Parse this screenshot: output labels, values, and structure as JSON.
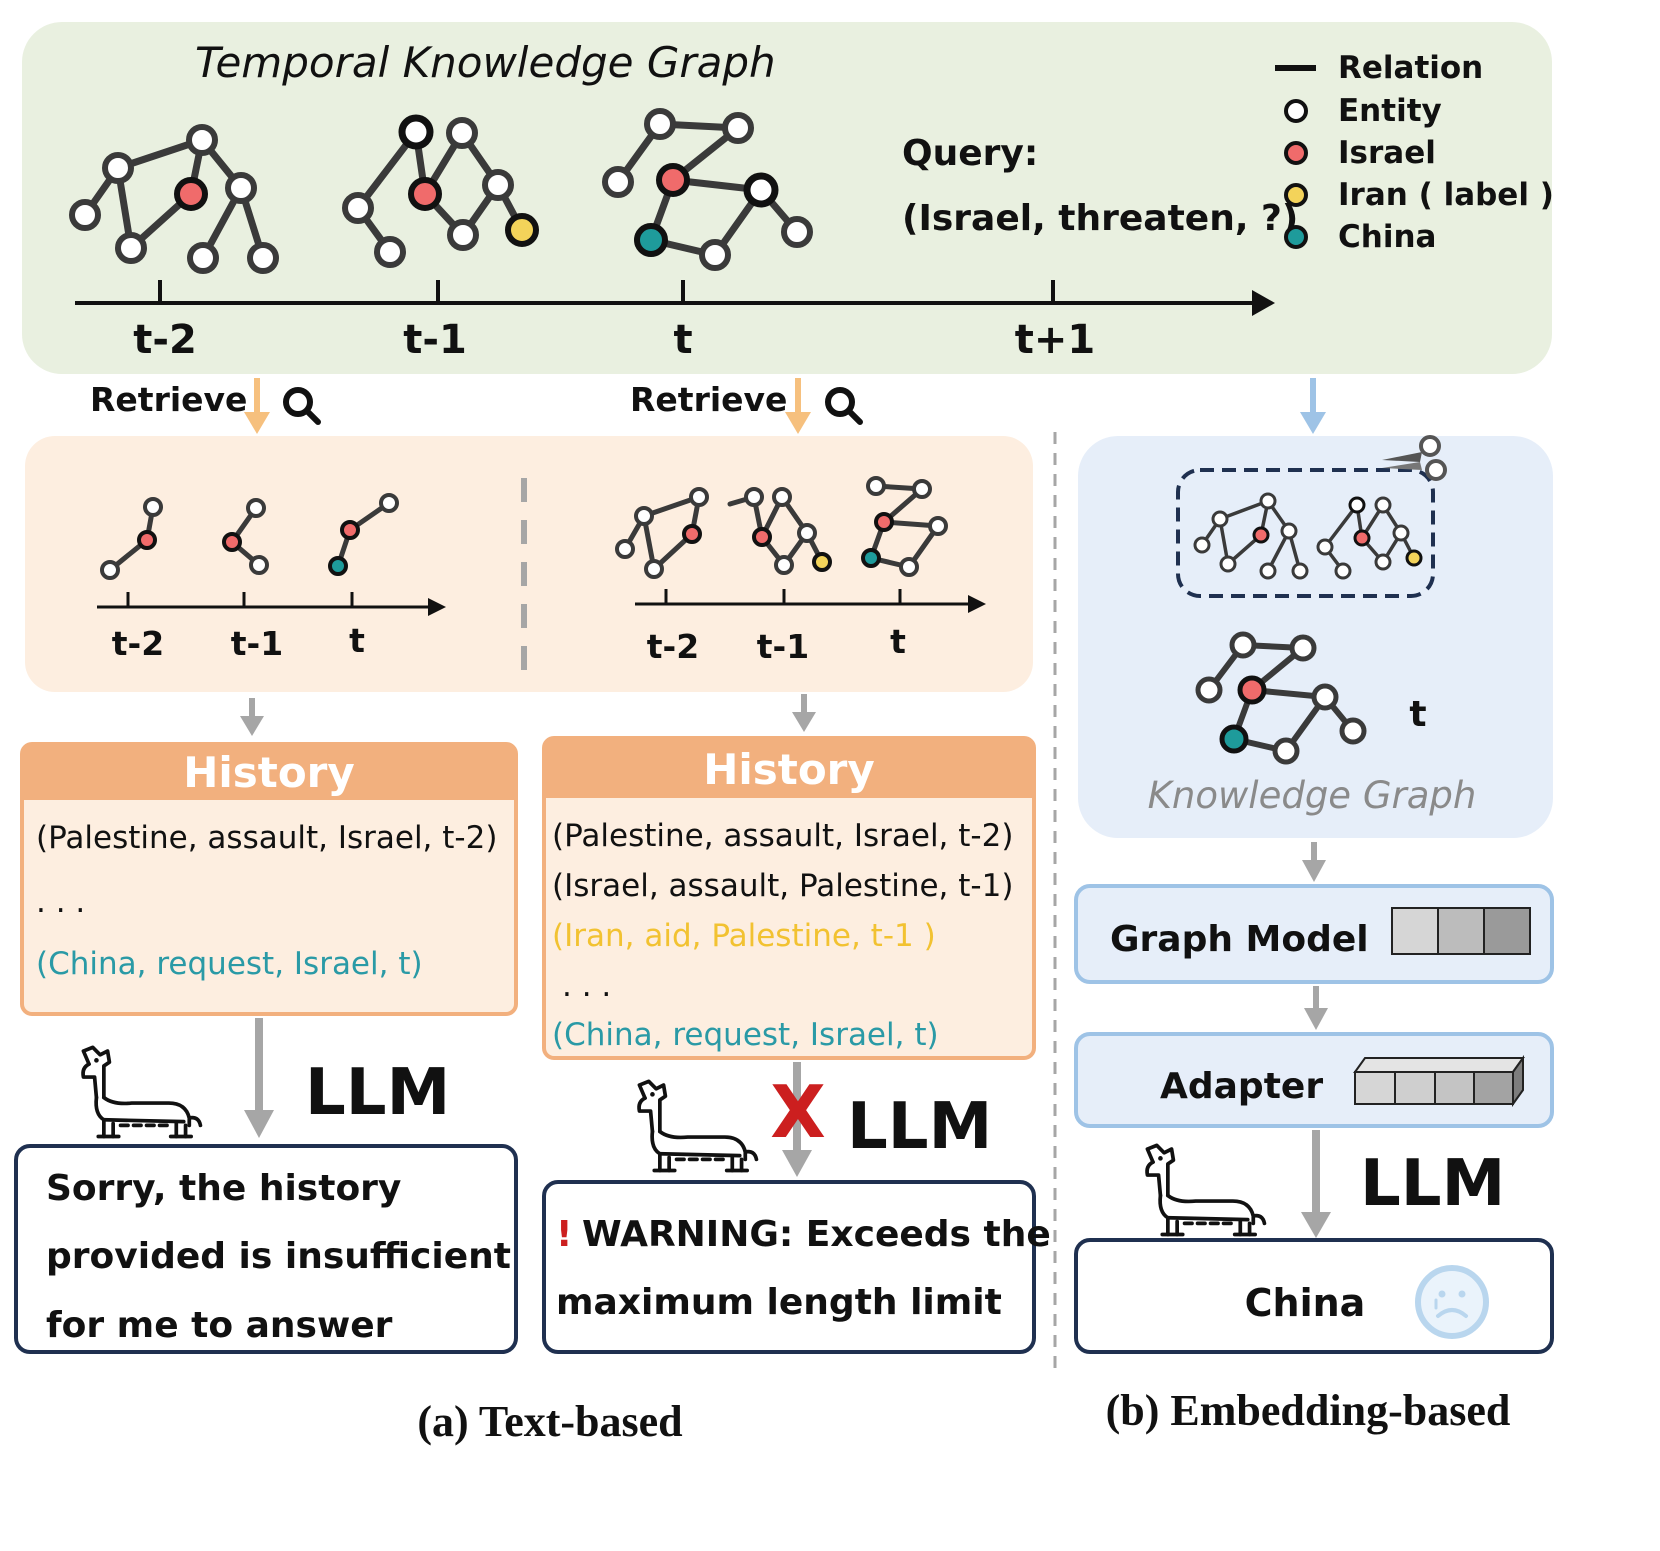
{
  "top_panel": {
    "title": "Temporal Knowledge Graph",
    "time_labels": [
      "t-2",
      "t-1",
      "t",
      "t+1"
    ],
    "query_label": "Query:",
    "query_text": "(Israel, threaten, ?)",
    "legend": [
      {
        "label": "Relation",
        "marker": "line",
        "color": "#111111"
      },
      {
        "label": "Entity",
        "marker": "circle",
        "color": "#ffffff"
      },
      {
        "label": "Israel",
        "marker": "circle",
        "color": "#f06b6b"
      },
      {
        "label": "Iran ( label )",
        "marker": "circle",
        "color": "#f3d35a"
      },
      {
        "label": "China",
        "marker": "circle",
        "color": "#1e9b9b"
      }
    ]
  },
  "retrieve_label": "Retrieve",
  "retrieved_panel": {
    "left_time_labels": [
      "t-2",
      "t-1",
      "t"
    ],
    "right_time_labels": [
      "t-2",
      "t-1",
      "t"
    ]
  },
  "history_left": {
    "header": "History",
    "lines": [
      {
        "text": "(Palestine, assault, Israel, t-2)",
        "color": "#111111"
      },
      {
        "text": ". . .",
        "color": "#111111"
      },
      {
        "text": "(China, request, Israel, t)",
        "color": "#2a9aa6"
      }
    ]
  },
  "history_right": {
    "header": "History",
    "lines": [
      {
        "text": "(Palestine, assault, Israel, t-2)",
        "color": "#111111"
      },
      {
        "text": "(Israel, assault, Palestine, t-1)",
        "color": "#111111"
      },
      {
        "text": "(Iran, aid, Palestine, t-1 )",
        "color": "#f2c231"
      },
      {
        "text": ". . .",
        "color": "#111111"
      },
      {
        "text": "(China, request, Israel, t)",
        "color": "#2a9aa6"
      }
    ]
  },
  "llm_label": "LLM",
  "cross_mark": "X",
  "answer_left": [
    "Sorry, the history",
    "provided is insufficient",
    "for me to answer"
  ],
  "answer_right": {
    "bang": "!",
    "lines": [
      "WARNING: Exceeds the",
      "maximum length limit"
    ]
  },
  "kg_panel": {
    "caption": "Knowledge Graph",
    "time_label": "t"
  },
  "graph_model_label": "Graph Model",
  "adapter_label": "Adapter",
  "answer_embedding": "China",
  "caption_a": "(a) Text-based",
  "caption_b": "(b) Embedding-based",
  "colors": {
    "top_bg": "#e9f0e0",
    "retrieved_bg": "#fdeee0",
    "history_header": "#f2b07e",
    "history_body": "#fdeee0",
    "right_panel_bg": "#e6eef9",
    "box_border": "#1f3050",
    "arrow_orange": "#f6c07e",
    "arrow_blue": "#9ec3e6",
    "arrow_gray": "#a6a6a6",
    "cross_red": "#cc1f1f",
    "israel": "#f06b6b",
    "iran": "#f3d35a",
    "china": "#1e9b9b"
  }
}
